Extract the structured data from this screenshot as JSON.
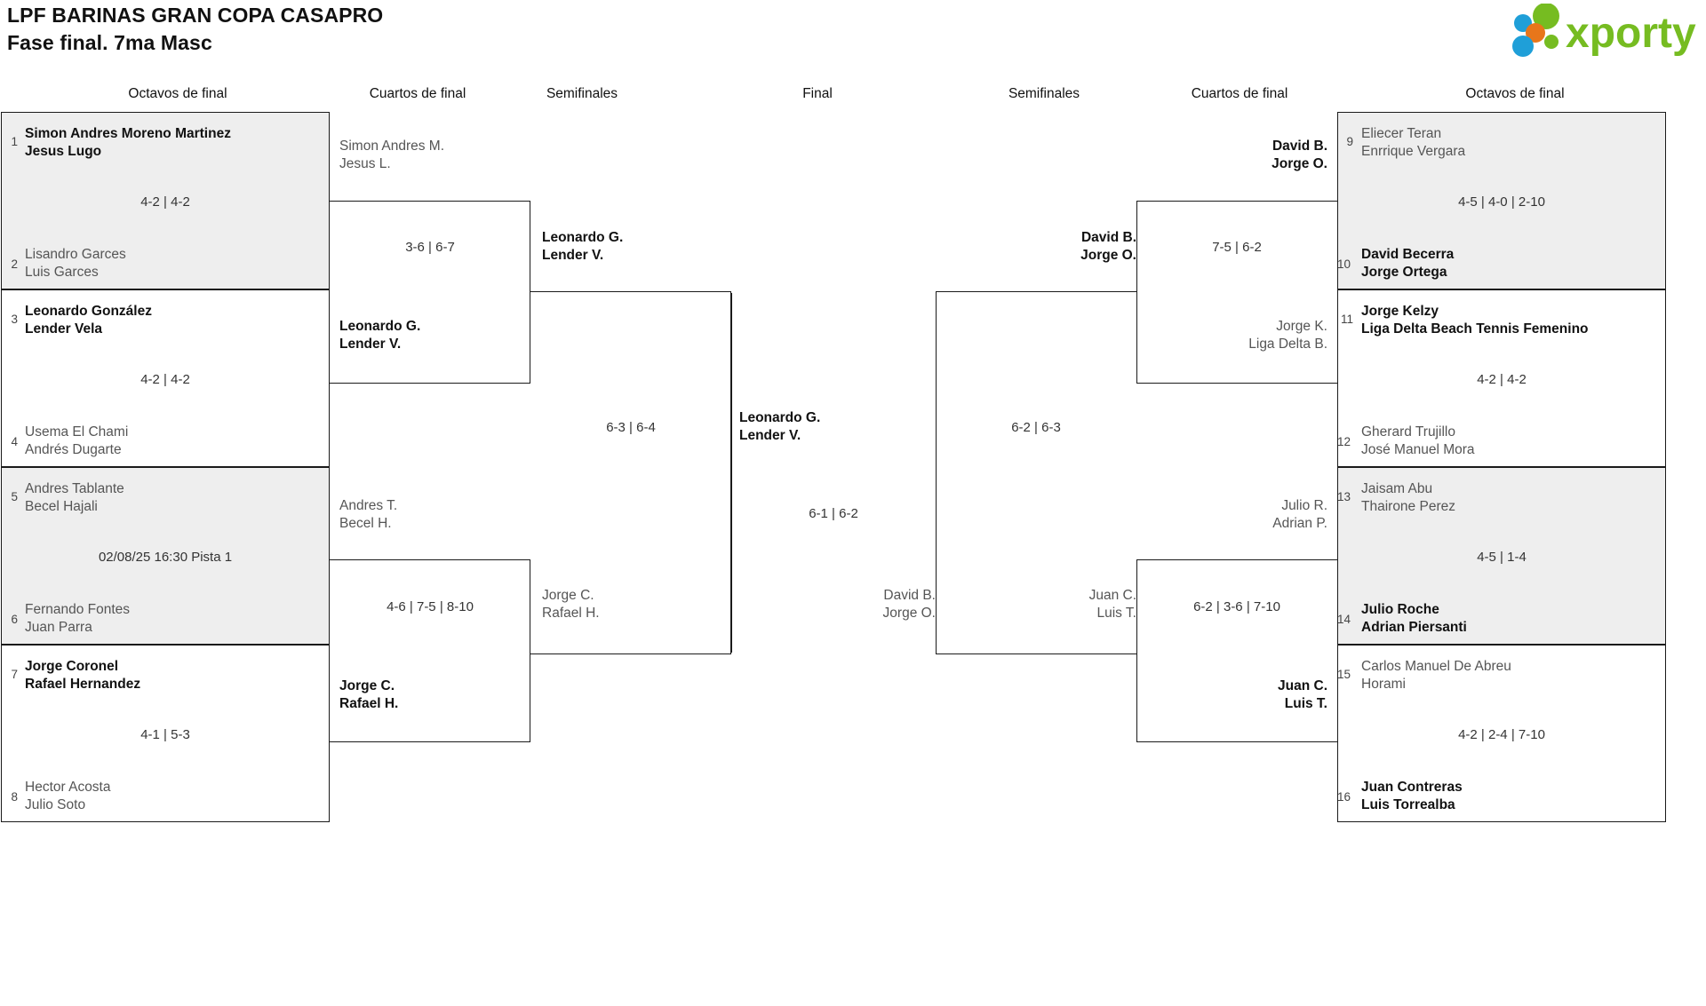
{
  "header": {
    "title_line1": "LPF BARINAS GRAN COPA CASAPRO",
    "title_line2": "Fase final. 7ma Masc",
    "logo_text": "xporty",
    "logo_colors": {
      "blue": "#1f9fd8",
      "orange": "#e8761a",
      "green": "#76bc21"
    }
  },
  "rounds": [
    {
      "key": "left-octavos",
      "label": "Octavos de final"
    },
    {
      "key": "left-cuartos",
      "label": "Cuartos de final"
    },
    {
      "key": "left-semis",
      "label": "Semifinales"
    },
    {
      "key": "final",
      "label": "Final"
    },
    {
      "key": "right-semis",
      "label": "Semifinales"
    },
    {
      "key": "right-cuartos",
      "label": "Cuartos de final"
    },
    {
      "key": "right-octavos",
      "label": "Octavos de final"
    }
  ],
  "left_octavos": [
    {
      "seed_top": "1",
      "top_p1": "Simon Andres Moreno Martinez",
      "top_p2": "Jesus Lugo",
      "top_winner": true,
      "score": "4-2 | 4-2",
      "seed_bottom": "2",
      "bottom_p1": "Lisandro Garces",
      "bottom_p2": "Luis Garces",
      "bottom_winner": false,
      "shaded": true
    },
    {
      "seed_top": "3",
      "top_p1": "Leonardo González",
      "top_p2": "Lender Vela",
      "top_winner": true,
      "score": "4-2 | 4-2",
      "seed_bottom": "4",
      "bottom_p1": "Usema El Chami",
      "bottom_p2": "Andrés Dugarte",
      "bottom_winner": false,
      "shaded": false
    },
    {
      "seed_top": "5",
      "top_p1": "Andres Tablante",
      "top_p2": "Becel Hajali",
      "top_winner": false,
      "score": "02/08/25 16:30 Pista 1",
      "seed_bottom": "6",
      "bottom_p1": "Fernando Fontes",
      "bottom_p2": "Juan Parra",
      "bottom_winner": false,
      "shaded": true
    },
    {
      "seed_top": "7",
      "top_p1": "Jorge Coronel",
      "top_p2": "Rafael Hernandez",
      "top_winner": true,
      "score": "4-1 | 5-3",
      "seed_bottom": "8",
      "bottom_p1": "Hector Acosta",
      "bottom_p2": "Julio Soto",
      "bottom_winner": false,
      "shaded": false
    }
  ],
  "left_cuartos": [
    {
      "top_p1": "Simon Andres M.",
      "top_p2": "Jesus L.",
      "top_winner": false,
      "score": "3-6 | 6-7",
      "bottom_p1": "Leonardo G.",
      "bottom_p2": "Lender V.",
      "bottom_winner": true
    },
    {
      "top_p1": "Andres T.",
      "top_p2": "Becel H.",
      "top_winner": false,
      "score": "4-6 | 7-5 | 8-10",
      "bottom_p1": "Jorge C.",
      "bottom_p2": "Rafael H.",
      "bottom_winner": true
    }
  ],
  "left_semis": [
    {
      "top_p1": "Leonardo G.",
      "top_p2": "Lender V.",
      "top_winner": true,
      "score": "6-3 | 6-4",
      "bottom_p1": "Jorge C.",
      "bottom_p2": "Rafael H.",
      "bottom_winner": false
    }
  ],
  "final": {
    "top_p1": "Leonardo G.",
    "top_p2": "Lender V.",
    "top_winner": true,
    "score": "6-1 | 6-2",
    "bottom_p1": "David B.",
    "bottom_p2": "Jorge O.",
    "bottom_winner": false
  },
  "right_semis": [
    {
      "top_p1": "David B.",
      "top_p2": "Jorge O.",
      "top_winner": true,
      "score": "6-2 | 6-3",
      "bottom_p1": "Juan C.",
      "bottom_p2": "Luis T.",
      "bottom_winner": false
    }
  ],
  "right_cuartos": [
    {
      "top_p1": "David B.",
      "top_p2": "Jorge O.",
      "top_winner": true,
      "score": "7-5 | 6-2",
      "bottom_p1": "Jorge K.",
      "bottom_p2": "Liga Delta B.",
      "bottom_winner": false
    },
    {
      "top_p1": "Julio R.",
      "top_p2": "Adrian P.",
      "top_winner": false,
      "score": "6-2 | 3-6 | 7-10",
      "bottom_p1": "Juan C.",
      "bottom_p2": "Luis T.",
      "bottom_winner": true
    }
  ],
  "right_octavos": [
    {
      "seed_top": "9",
      "top_p1": "Eliecer Teran",
      "top_p2": "Enrrique Vergara",
      "top_winner": false,
      "score": "4-5 | 4-0 | 2-10",
      "seed_bottom": "10",
      "bottom_p1": "David Becerra",
      "bottom_p2": "Jorge Ortega",
      "bottom_winner": true,
      "shaded": true
    },
    {
      "seed_top": "11",
      "top_p1": "Jorge Kelzy",
      "top_p2": "Liga Delta Beach Tennis Femenino",
      "top_winner": true,
      "score": "4-2 | 4-2",
      "seed_bottom": "12",
      "bottom_p1": "Gherard Trujillo",
      "bottom_p2": "José Manuel Mora",
      "bottom_winner": false,
      "shaded": false
    },
    {
      "seed_top": "13",
      "top_p1": "Jaisam Abu",
      "top_p2": "Thairone Perez",
      "top_winner": false,
      "score": "4-5 | 1-4",
      "seed_bottom": "14",
      "bottom_p1": "Julio Roche",
      "bottom_p2": "Adrian Piersanti",
      "bottom_winner": true,
      "shaded": true
    },
    {
      "seed_top": "15",
      "top_p1": "Carlos Manuel De Abreu",
      "top_p2": "Horami",
      "top_winner": false,
      "score": "4-2 | 2-4 | 7-10",
      "seed_bottom": "16",
      "bottom_p1": "Juan Contreras",
      "bottom_p2": "Luis Torrealba",
      "bottom_winner": true,
      "shaded": false
    }
  ]
}
